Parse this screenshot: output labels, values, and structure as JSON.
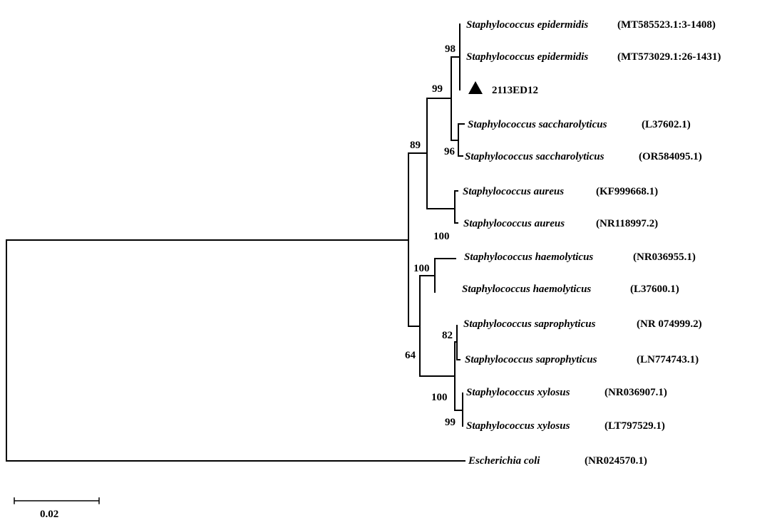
{
  "tree": {
    "leaves": [
      {
        "species": "Staphylococcus epidermidis",
        "accession": "MT585523.1:3-1408"
      },
      {
        "species": "Staphylococcus epidermidis",
        "accession": "MT573029.1:26-1431"
      },
      {
        "species": "",
        "accession": "2113ED12",
        "query": true
      },
      {
        "species": "Staphylococcus saccharolyticus",
        "accession": "L37602.1"
      },
      {
        "species": "Staphylococcus saccharolyticus",
        "accession": "OR584095.1"
      },
      {
        "species": "Staphylococcus aureus",
        "accession": "KF999668.1"
      },
      {
        "species": "Staphylococcus aureus",
        "accession": "NR118997.2"
      },
      {
        "species": "Staphylococcus haemolyticus",
        "accession": "NR036955.1"
      },
      {
        "species": "Staphylococcus haemolyticus",
        "accession": "L37600.1"
      },
      {
        "species": "Staphylococcus saprophyticus",
        "accession": "NR 074999.2"
      },
      {
        "species": "Staphylococcus saprophyticus",
        "accession": "LN774743.1"
      },
      {
        "species": "Staphylococcus xylosus",
        "accession": "NR036907.1"
      },
      {
        "species": "Staphylococcus xylosus",
        "accession": "LT797529.1"
      },
      {
        "species": "Escherichia coli",
        "accession": "NR024570.1"
      }
    ],
    "bootstrap": {
      "epidermidis": "98",
      "epi_sacch": "99",
      "saccharolyticus": "96",
      "upper_clade": "89",
      "aureus": "100",
      "haemolyticus": "100",
      "lower_clade": "64",
      "saprophyticus": "82",
      "sapro_xylosus": "100",
      "xylosus": "99"
    },
    "query_marker": "filled-triangle",
    "scale_bar": {
      "label": "0.02",
      "value": 0.02
    }
  }
}
